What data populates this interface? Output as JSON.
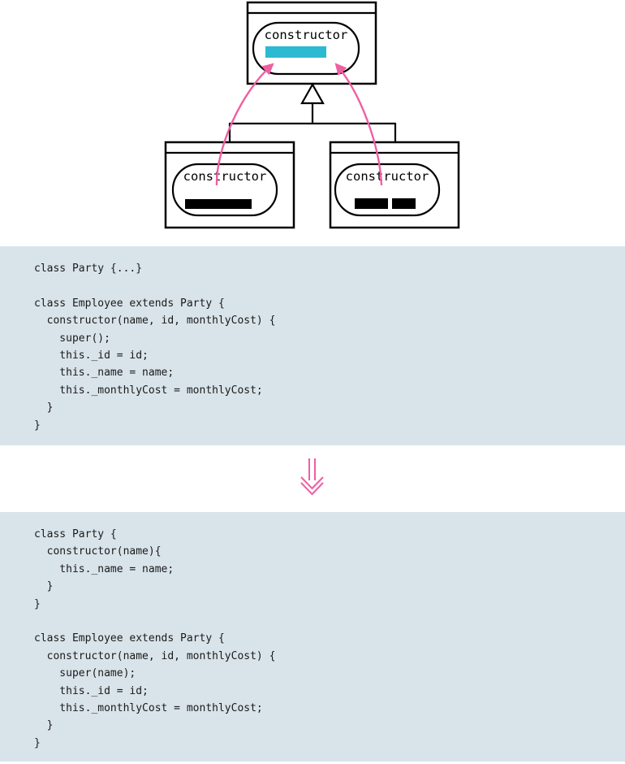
{
  "colors": {
    "code_block_bg": "#d9e4ea",
    "code_text": "#1a1a1a",
    "diagram_line": "#000000",
    "highlight_cyan": "#2bbad2",
    "arrow_pink": "#ef5fa2"
  },
  "diagram": {
    "superclass": {
      "method_label": "constructor"
    },
    "subclass_left": {
      "method_label": "constructor"
    },
    "subclass_right": {
      "method_label": "constructor"
    }
  },
  "code_before": "class Party {...}\n\nclass Employee extends Party {\n  constructor(name, id, monthlyCost) {\n    super();\n    this._id = id;\n    this._name = name;\n    this._monthlyCost = monthlyCost;\n  }\n}",
  "code_after": "class Party {\n  constructor(name){\n    this._name = name;\n  }\n}\n\nclass Employee extends Party {\n  constructor(name, id, monthlyCost) {\n    super(name);\n    this._id = id;\n    this._monthlyCost = monthlyCost;\n  }\n}"
}
